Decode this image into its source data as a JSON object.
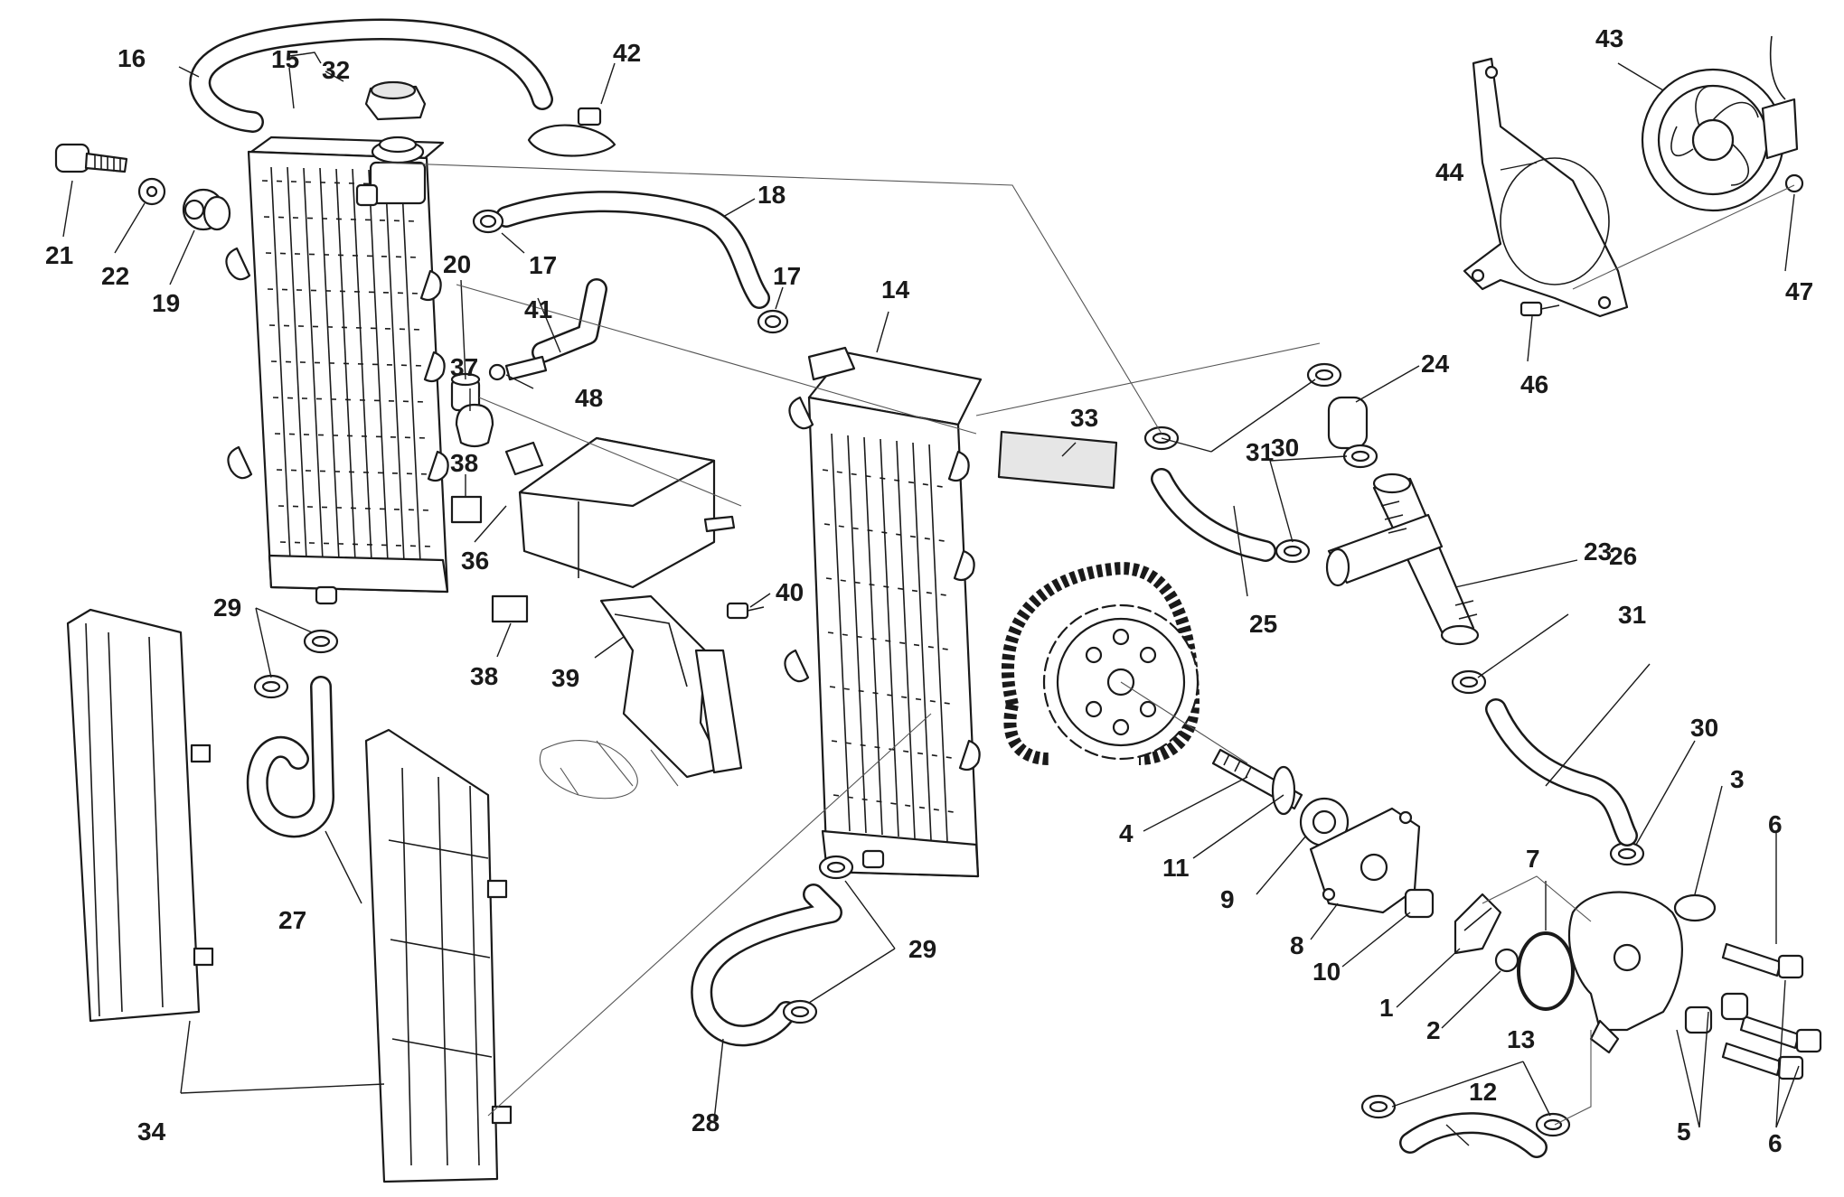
{
  "diagram": {
    "callouts": {
      "c1": "1",
      "c2": "2",
      "c3": "3",
      "c4": "4",
      "c5": "5",
      "c6a": "6",
      "c6b": "6",
      "c7": "7",
      "c8": "8",
      "c9": "9",
      "c10": "10",
      "c11": "11",
      "c12": "12",
      "c13": "13",
      "c14": "14",
      "c15": "15",
      "c16": "16",
      "c17a": "17",
      "c17b": "17",
      "c18": "18",
      "c19": "19",
      "c20": "20",
      "c21": "21",
      "c22": "22",
      "c23": "23",
      "c24": "24",
      "c25": "25",
      "c26": "26",
      "c27": "27",
      "c28": "28",
      "c29a": "29",
      "c29b": "29",
      "c30a": "30",
      "c30b": "30",
      "c31a": "31",
      "c31b": "31",
      "c32": "32",
      "c33": "33",
      "c34": "34",
      "c36": "36",
      "c37": "37",
      "c38a": "38",
      "c38b": "38",
      "c39": "39",
      "c40": "40",
      "c41": "41",
      "c42": "42",
      "c43": "43",
      "c44": "44",
      "c46": "46",
      "c47": "47",
      "c48": "48"
    }
  }
}
